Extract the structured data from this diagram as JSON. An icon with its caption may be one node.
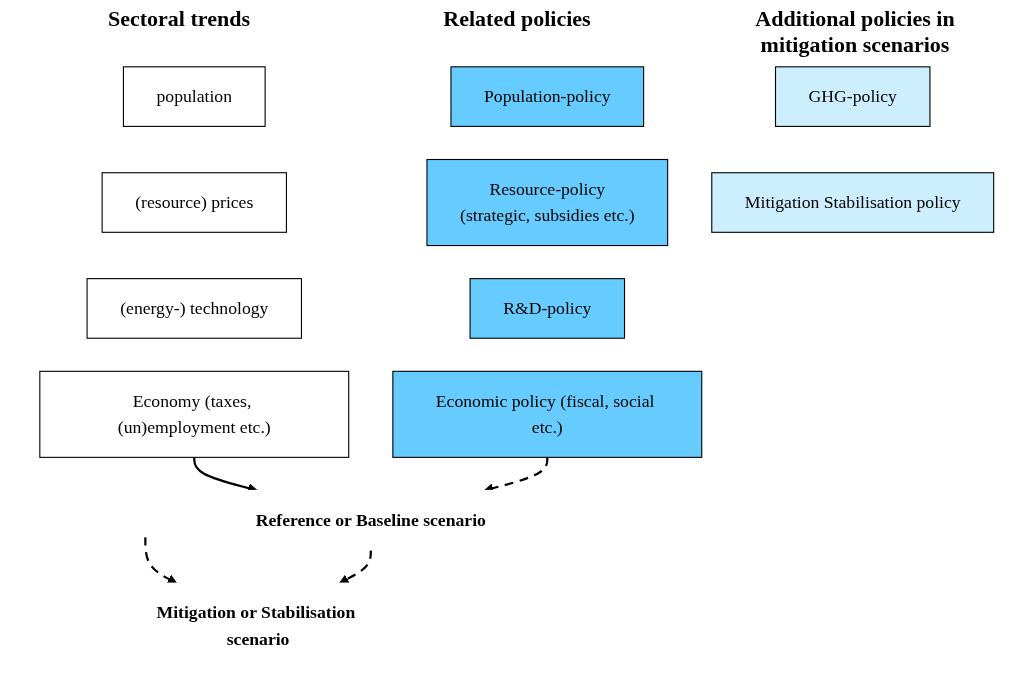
{
  "diagram": {
    "nodes": [
      {
        "text": [
          "population"
        ]
      },
      {
        "text": [
          "(resource) prices"
        ]
      },
      {
        "text": [
          "(energy-) technology"
        ]
      },
      {
        "text": [
          "Economy (taxes, (un)employment etc.)"
        ]
      },
      {
        "text": [
          "Population-policy"
        ]
      },
      {
        "text": [
          "Resource-policy",
          "(strategic, subsidies etc.)"
        ]
      },
      {
        "text": [
          "R&D-policy"
        ]
      },
      {
        "text": [
          "Economic policy (fiscal, social etc.)"
        ]
      },
      {
        "text": [
          "GHG-policy"
        ]
      },
      {
        "text": [
          "Mitigation Stabilisation policy"
        ]
      },
      {
        "text": [
          "Reference or Baseline scenario"
        ]
      },
      {
        "text": [
          "Mitigation or Stabilisation scenario"
        ]
      }
    ],
    "edges": [
      {
        "from": 3,
        "to": 10,
        "arrow": "to"
      },
      {
        "from": 7,
        "to": 10,
        "arrow": "to",
        "style": "dashed"
      },
      {
        "from": null,
        "to": 11,
        "arrow": "to",
        "style": "dashed"
      },
      {
        "from": 10,
        "to": 11,
        "arrow": "to",
        "style": "dashed"
      }
    ],
    "labels": [
      "Sectoral trends",
      "Related policies",
      "Additional policies in mitigation scenarios"
    ]
  }
}
